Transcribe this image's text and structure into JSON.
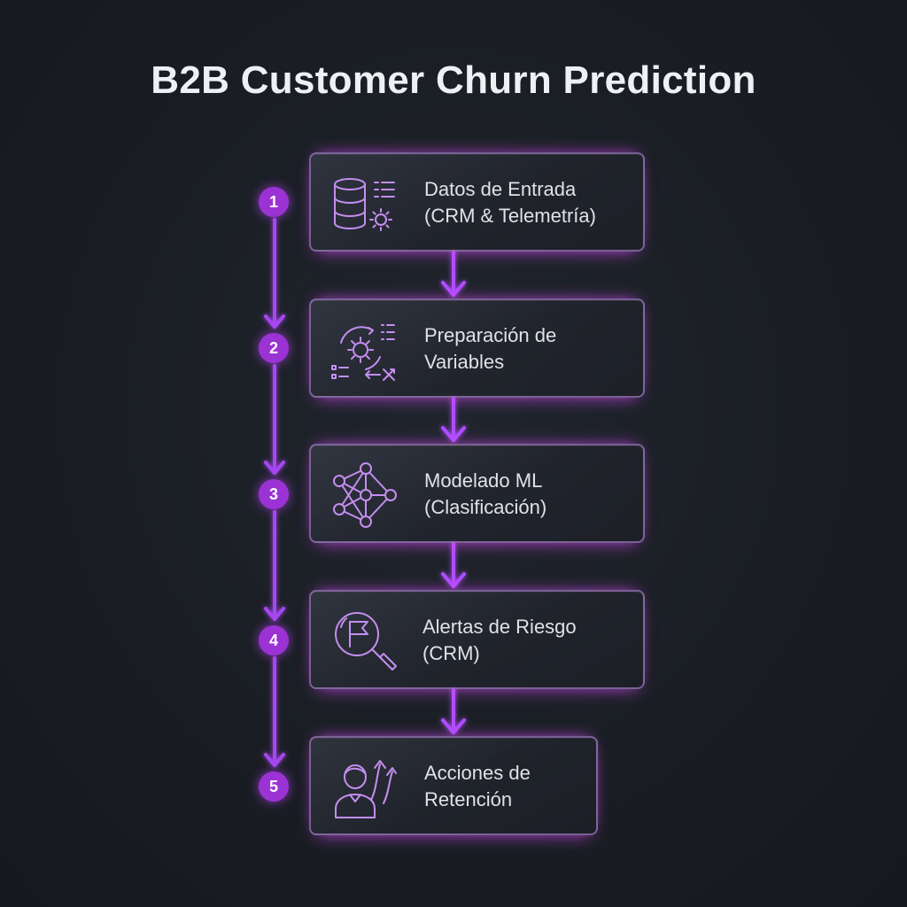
{
  "title": "B2B Customer Churn Prediction",
  "steps": [
    {
      "number": "1",
      "line1": "Datos de Entrada",
      "line2": "(CRM & Telemetría)",
      "icon": "database-gear-icon"
    },
    {
      "number": "2",
      "line1": "Preparación de",
      "line2": "Variables",
      "icon": "gear-cycle-icon"
    },
    {
      "number": "3",
      "line1": "Modelado ML",
      "line2": "(Clasificación)",
      "icon": "neural-network-icon"
    },
    {
      "number": "4",
      "line1": "Alertas de Riesgo",
      "line2": "(CRM)",
      "icon": "magnifier-flag-icon"
    },
    {
      "number": "5",
      "line1": "Acciones de",
      "line2": "Retención",
      "icon": "user-growth-icon"
    }
  ],
  "colors": {
    "accent": "#b04dff",
    "badge": "#9b32d4",
    "icon_stroke": "#c48ef0",
    "background": "#1a1e24"
  }
}
